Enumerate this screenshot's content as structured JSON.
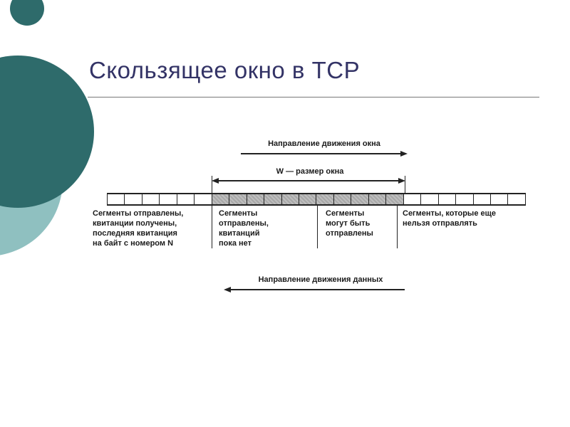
{
  "slide": {
    "title": "Скользящее окно в TCP"
  },
  "diagram": {
    "top_arrow_label": "Направление движения окна",
    "window_size_label": "W — размер окна",
    "bottom_arrow_label": "Направление движения данных",
    "columns": [
      {
        "lines": [
          "Сегменты отправлены,",
          "квитанции получены,",
          "последняя квитанция",
          "на байт с номером N"
        ]
      },
      {
        "lines": [
          "Сегменты",
          "отправлены,",
          "квитанций",
          "пока нет"
        ]
      },
      {
        "lines": [
          "Сегменты",
          "могут быть",
          "отправлены"
        ]
      },
      {
        "lines": [
          "Сегменты, которые еще",
          "нельзя отправлять"
        ]
      }
    ],
    "cells": {
      "total": 24,
      "shaded_start": 6,
      "shaded_end": 17
    }
  },
  "colors": {
    "title": "#333366",
    "circle_dark": "#2e6b6b",
    "circle_light": "#8fc0c0",
    "diagram_ink": "#1a1a1a",
    "window_shade": "#b0b0b0"
  }
}
